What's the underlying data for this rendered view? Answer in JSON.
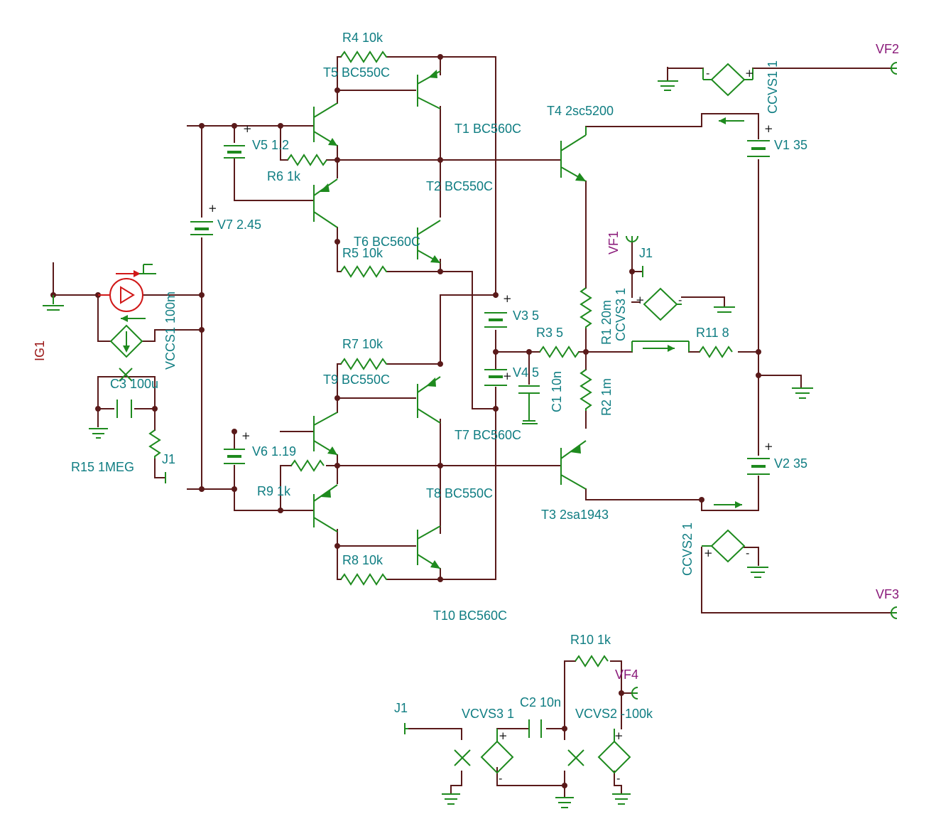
{
  "labels": {
    "R4": "R4 10k",
    "T5": "T5 BC550C",
    "T1": "T1 BC560C",
    "V5": "V5 1.2",
    "R6": "R6 1k",
    "T2": "T2 BC550C",
    "T4": "T4 2sc5200",
    "V7": "V7 2.45",
    "T6": "T6 BC560C",
    "R5": "R5 10k",
    "V3": "V3 5",
    "R3": "R3 5",
    "V4": "V4 5",
    "C1": "C1 10n",
    "R7": "R7 10k",
    "T9": "T9 BC550C",
    "T7": "T7 BC560C",
    "V6": "V6 1.19",
    "R9": "R9 1k",
    "T8": "T8 BC550C",
    "T3": "T3 2sa1943",
    "R8": "R8 10k",
    "T10": "T10 BC560C",
    "R1": "R1 20m",
    "R2": "R2 1m",
    "R11": "R11 8",
    "V1": "V1 35",
    "V2": "V2 35",
    "CCVS1": "CCVS1 1",
    "CCVS2": "CCVS2 1",
    "CCVS3": "CCVS3 1",
    "VCCS1": "VCCS1 100m",
    "C3": "C3 100u",
    "R15": "R15 1MEG",
    "R10": "R10 1k",
    "C2": "C2 10n",
    "VCVS3": "VCVS3 1",
    "VCVS2": "VCVS2 -100k",
    "IG1": "IG1",
    "J1a": "J1",
    "J1b": "J1",
    "J1c": "J1",
    "VF1": "VF1",
    "VF2": "VF2",
    "VF3": "VF3",
    "VF4": "VF4"
  },
  "colors": {
    "wire": "#5a1a1a",
    "component": "#1e8a1e",
    "label": "#0f7d82",
    "probe": "#8a1a7a",
    "source": "#d01818"
  }
}
